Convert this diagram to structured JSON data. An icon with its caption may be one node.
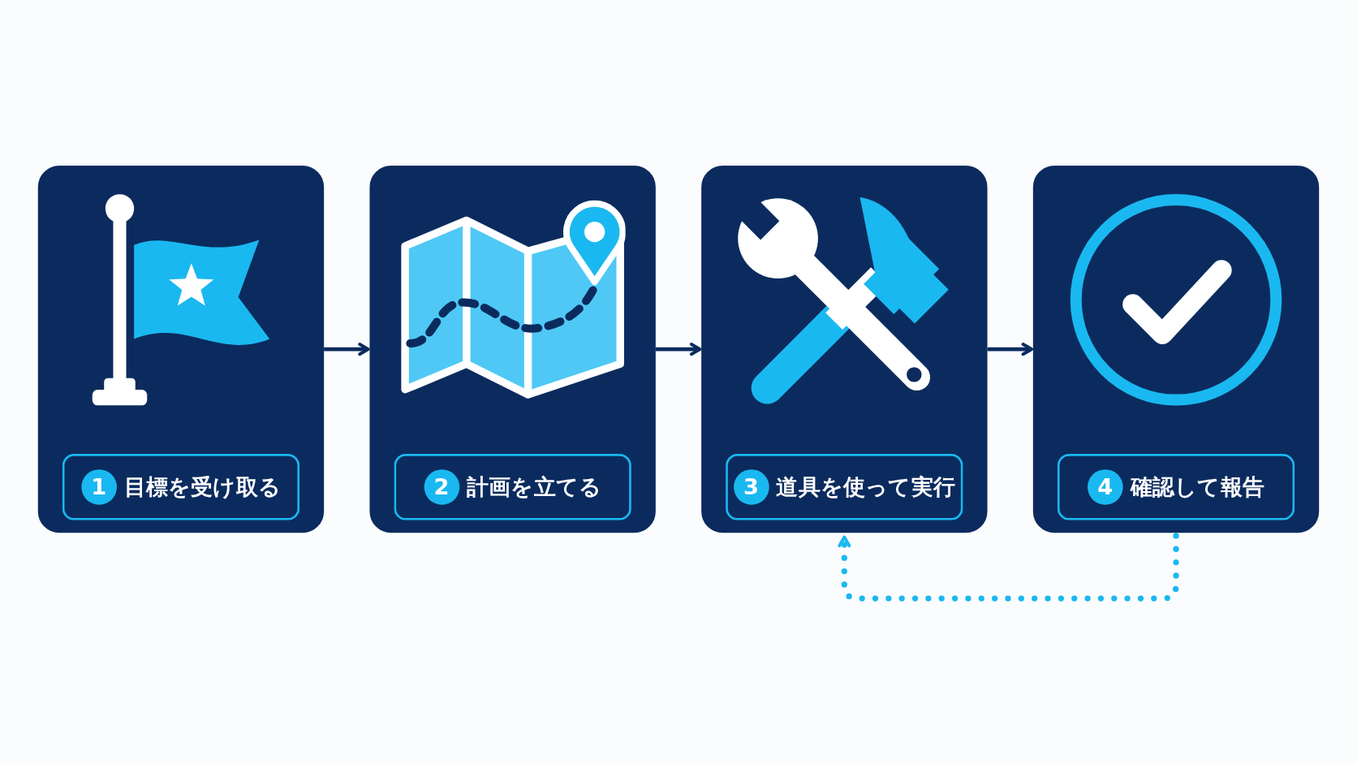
{
  "diagram": {
    "nodes": [
      {
        "text": [
          "1",
          "目標を受け取る"
        ]
      },
      {
        "text": [
          "2",
          "計画を立てる"
        ]
      },
      {
        "text": [
          "3",
          "道具を使って実行"
        ]
      },
      {
        "text": [
          "4",
          "確認して報告"
        ]
      }
    ],
    "edges": [
      {
        "from": 0,
        "to": 1,
        "arrow": "to"
      },
      {
        "from": 1,
        "to": 2,
        "arrow": "to"
      },
      {
        "from": 2,
        "to": 3,
        "arrow": "to"
      },
      {
        "from": 3,
        "to": 2,
        "arrow": "to",
        "style": "dashed",
        "color": "#1ab8f0"
      }
    ]
  }
}
